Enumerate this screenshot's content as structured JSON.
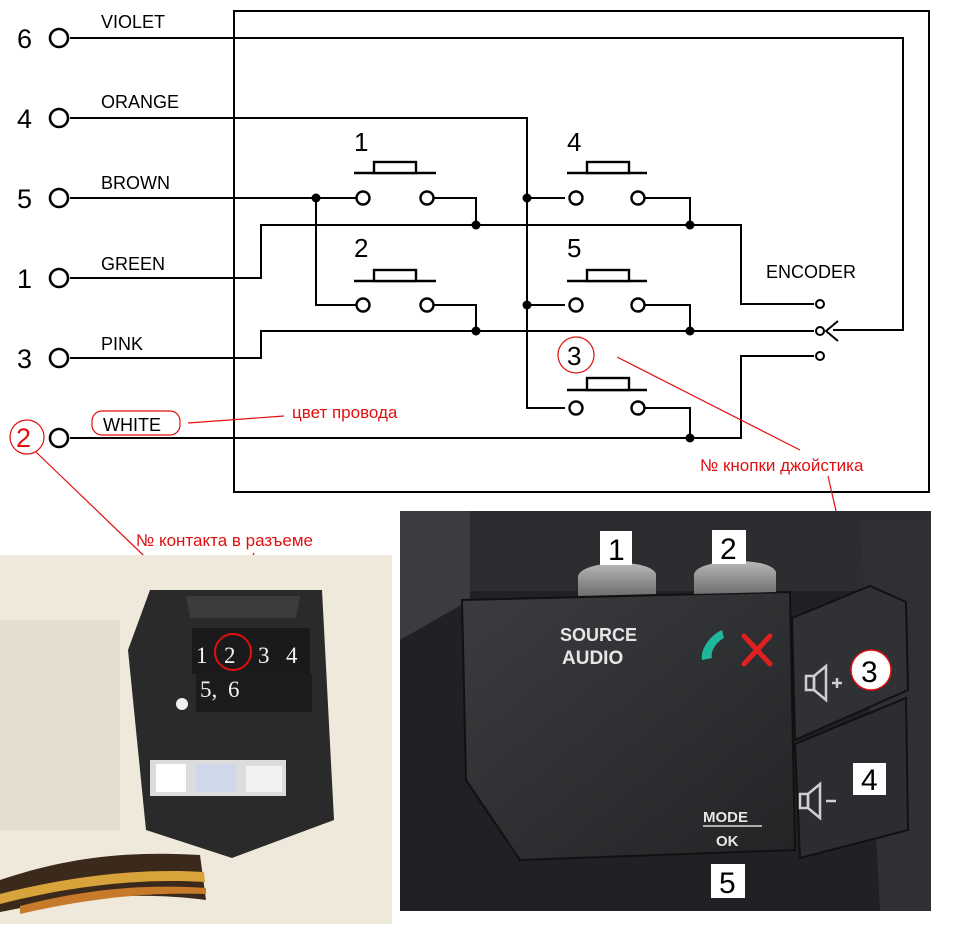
{
  "pins": [
    {
      "number": "6",
      "wire": "VIOLET"
    },
    {
      "number": "4",
      "wire": "ORANGE"
    },
    {
      "number": "5",
      "wire": "BROWN"
    },
    {
      "number": "1",
      "wire": "GREEN"
    },
    {
      "number": "3",
      "wire": "PINK"
    },
    {
      "number": "2",
      "wire": "WHITE"
    }
  ],
  "buttons": [
    "1",
    "2",
    "3",
    "4",
    "5"
  ],
  "encoder_label": "ENCODER",
  "annotations": {
    "wire_color": "цвет провода",
    "joystick_button": "№ кнопки джойстика",
    "connector_contact": "№ контакта в разъеме"
  },
  "connector_labels": [
    "1",
    "2",
    "3",
    "4",
    "5,",
    "6"
  ],
  "photo": {
    "button_numbers": [
      "1",
      "2",
      "3",
      "4",
      "5"
    ],
    "source_line1": "SOURCE",
    "source_line2": "AUDIO",
    "mode_line1": "MODE",
    "mode_line2": "OK"
  },
  "colors": {
    "annotation": "#e01010",
    "call_accept": "#1fb79a",
    "call_reject": "#e02020"
  }
}
